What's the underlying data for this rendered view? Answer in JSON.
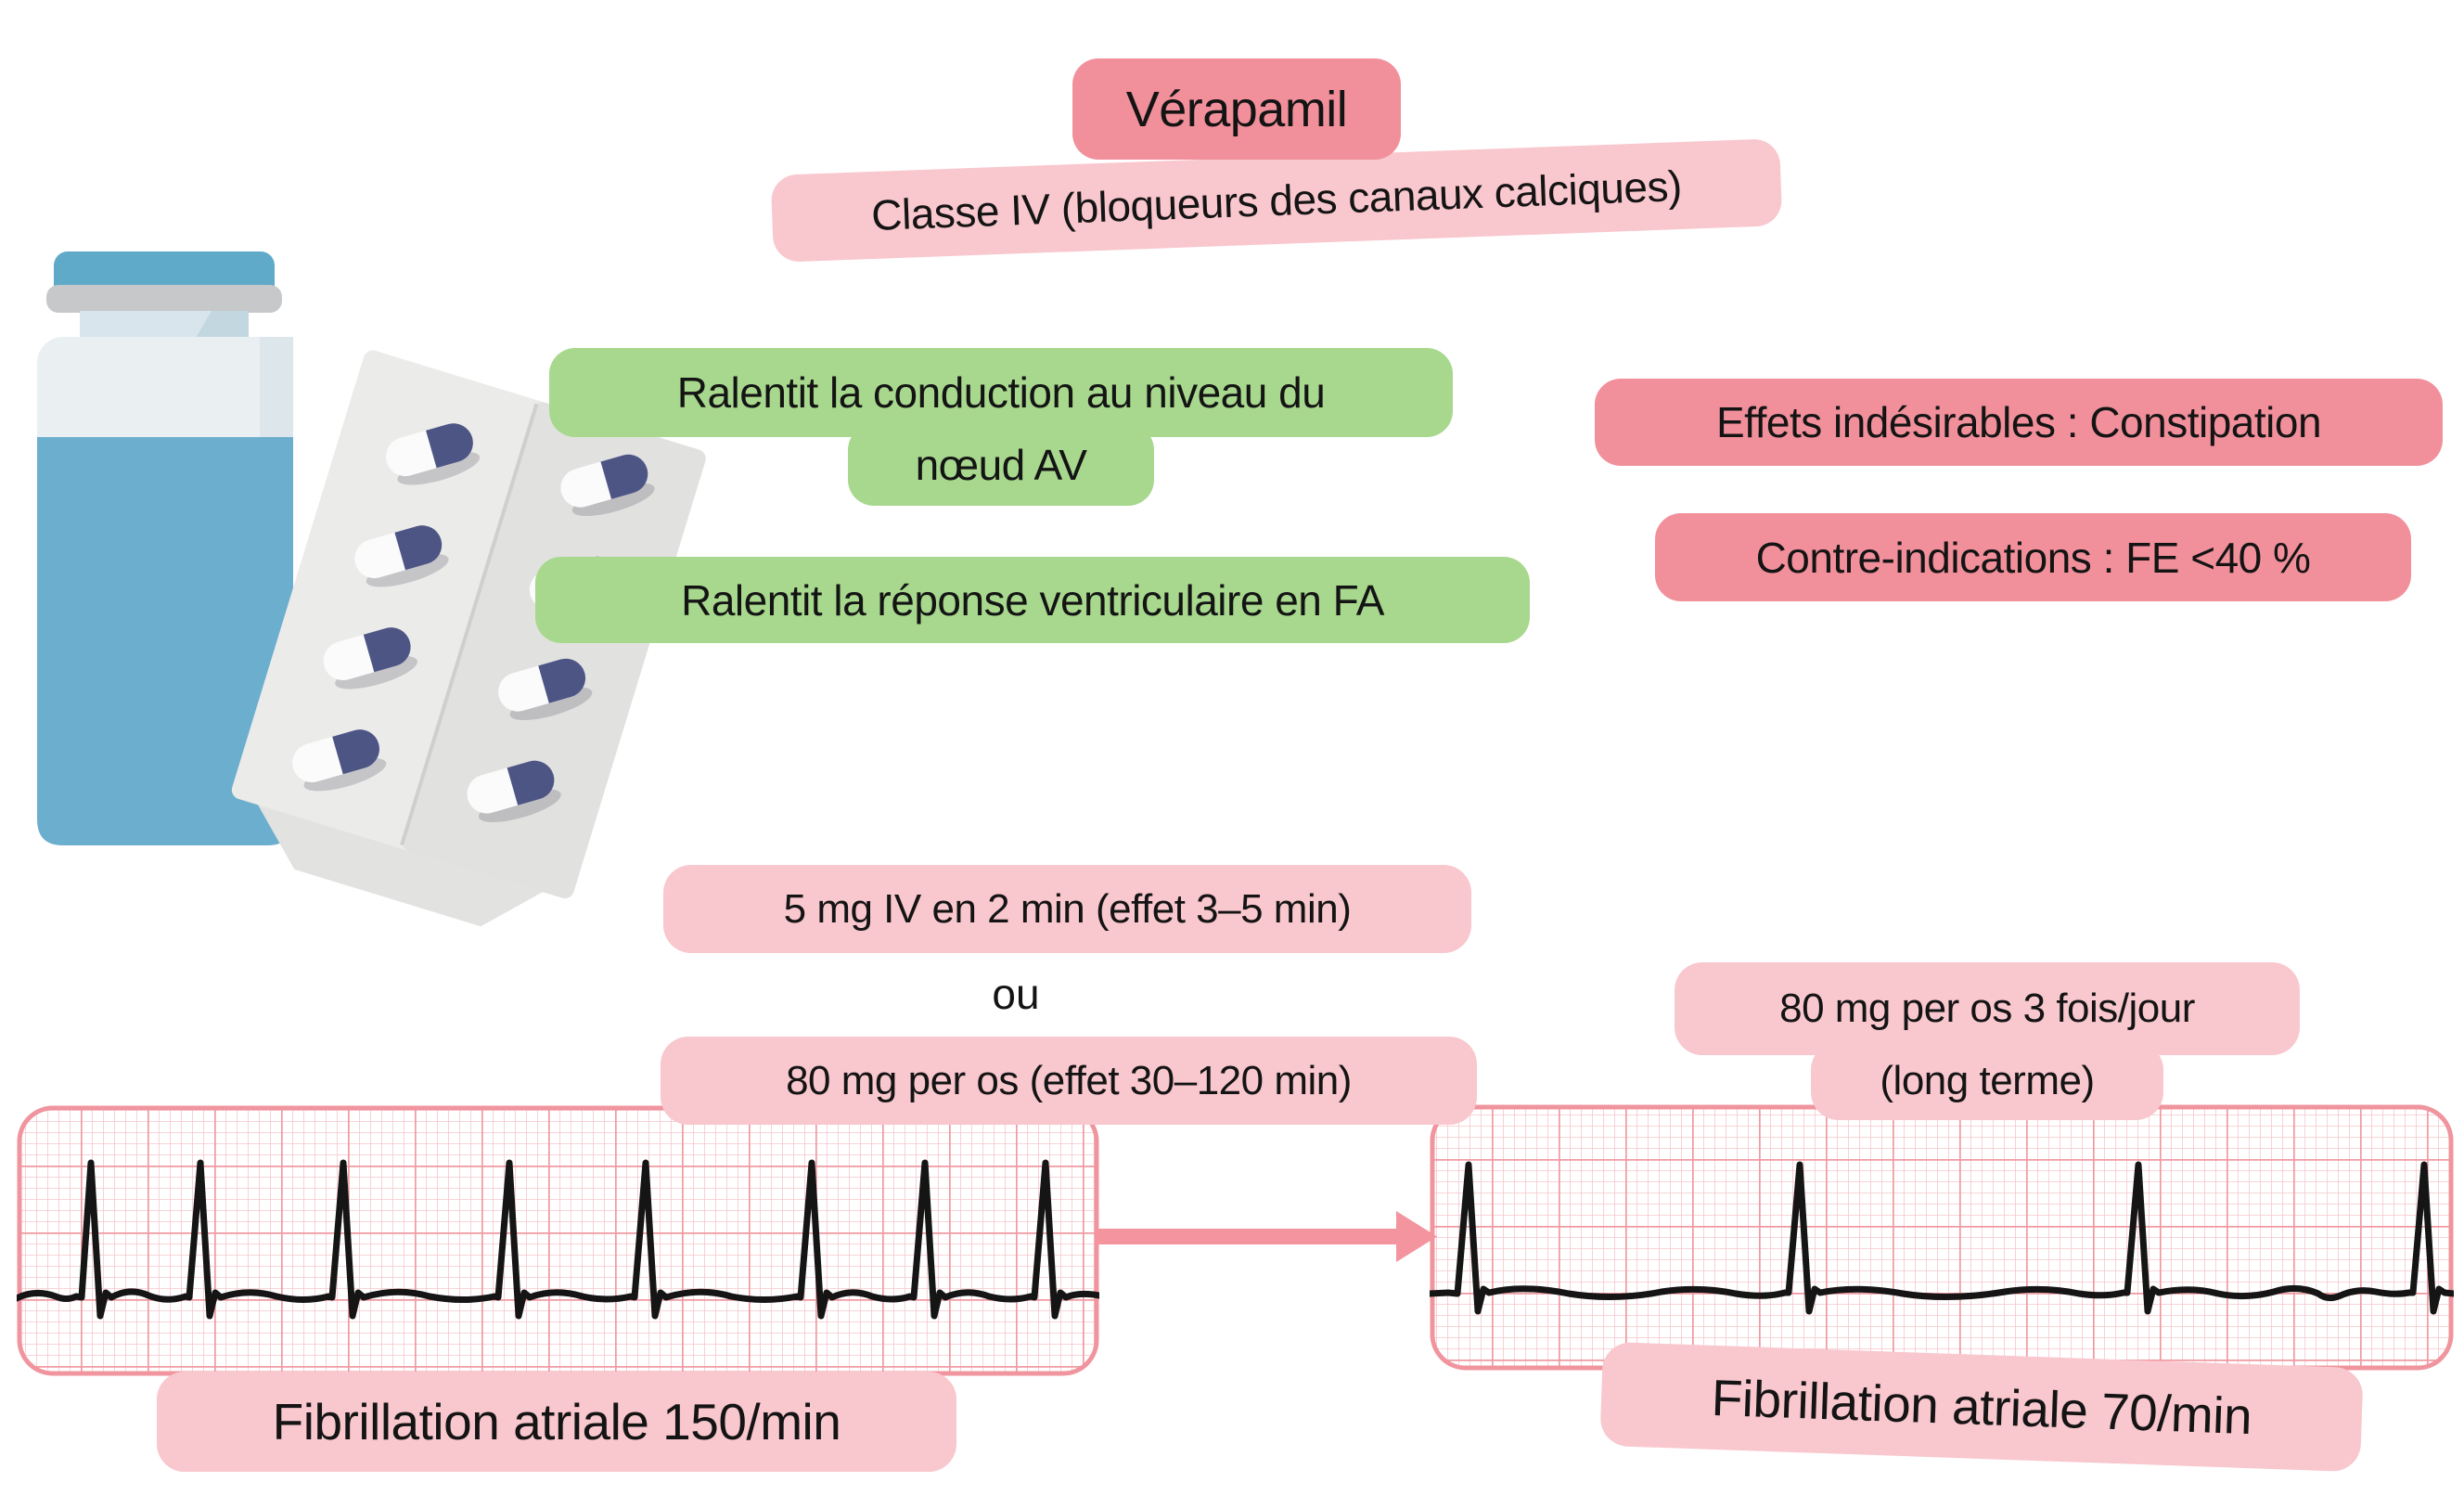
{
  "title_badge": {
    "label": "Vérapamil"
  },
  "class_badge": {
    "label": "Classe IV (bloqueurs des canaux calciques)"
  },
  "mechanism_av_node": {
    "line1": "Ralentit la conduction au niveau du",
    "line2": "nœud AV"
  },
  "mechanism_ventricular": {
    "label": "Ralentit la réponse ventriculaire en FA"
  },
  "adverse_effects_badge": {
    "label": "Effets indésirables : Constipation"
  },
  "contraindications_badge": {
    "label": "Contre-indications : FE <40 %"
  },
  "dosing": {
    "iv": "5 mg IV en 2 min (effet 3–5 min)",
    "or_separator": "ou",
    "oral": "80 mg per os (effet 30–120 min)",
    "maintenance_line1": "80 mg per os 3 fois/jour",
    "maintenance_line2": "(long terme)"
  },
  "ecg_before": {
    "label": "Fibrillation atriale 150/min",
    "rate_per_min": 150,
    "beats_shown": 8
  },
  "ecg_after": {
    "label": "Fibrillation atriale 70/min",
    "rate_per_min": 70,
    "beats_shown": 4
  },
  "illustrations": {
    "vial": "iv-vial-icon",
    "blister": "pill-blister-icon",
    "arrow": "transition-arrow-icon"
  },
  "colors": {
    "badge_dark_pink": "#F1909B",
    "badge_light_pink": "#F9C7CE",
    "badge_green": "#A7D88D",
    "ecg_grid_minor": "#F6C6CB",
    "ecg_grid_major": "#F09AA2",
    "ecg_border": "#F0949E",
    "ecg_trace": "#151515",
    "arrow": "#F4949E",
    "vial_blue": "#5FA9C9",
    "liquid_blue": "#6CAECE",
    "capsule_dark": "#4D5585"
  }
}
